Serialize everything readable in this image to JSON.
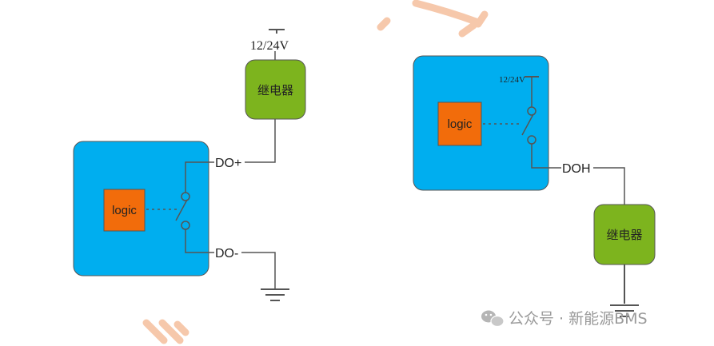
{
  "diagram": {
    "left": {
      "supply_label": "12/24V",
      "relay_label": "继电器",
      "logic_label": "logic",
      "terminal_top": "DO+",
      "terminal_bottom": "DO-"
    },
    "right": {
      "supply_label": "12/24V",
      "relay_label": "继电器",
      "logic_label": "logic",
      "terminal_out": "DOH"
    }
  },
  "watermark": {
    "text": "公众号 · 新能源BMS",
    "icon": "wechat-icon"
  },
  "colors": {
    "module_blue": "#00AEEF",
    "logic_orange": "#F26C0B",
    "relay_green": "#7DB41E",
    "wire": "#555555",
    "decor_peach": "#F6C3A3"
  }
}
